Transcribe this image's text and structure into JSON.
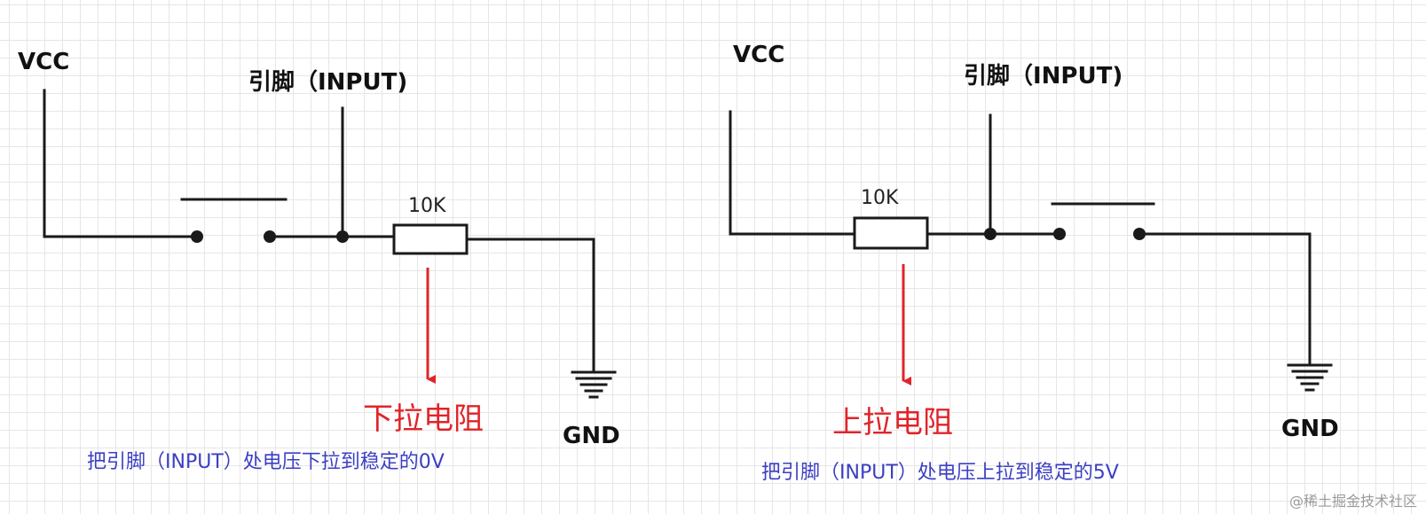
{
  "diagrams": [
    {
      "vcc_label": "VCC",
      "pin_label": "引脚（INPUT)",
      "resistor_label": "10K",
      "gnd_label": "GND",
      "resistor_type": "下拉电阻",
      "description": "把引脚（INPUT）处电压下拉到稳定的0V"
    },
    {
      "vcc_label": "VCC",
      "pin_label": "引脚（INPUT)",
      "resistor_label": "10K",
      "gnd_label": "GND",
      "resistor_type": "上拉电阻",
      "description": "把引脚（INPUT）处电压上拉到稳定的5V"
    }
  ],
  "watermark": "@稀土掘金技术社区",
  "colors": {
    "wire": "#1a1a1a",
    "arrow": "#e0242a",
    "title": "#e0242a",
    "description": "#3b3fc4"
  }
}
